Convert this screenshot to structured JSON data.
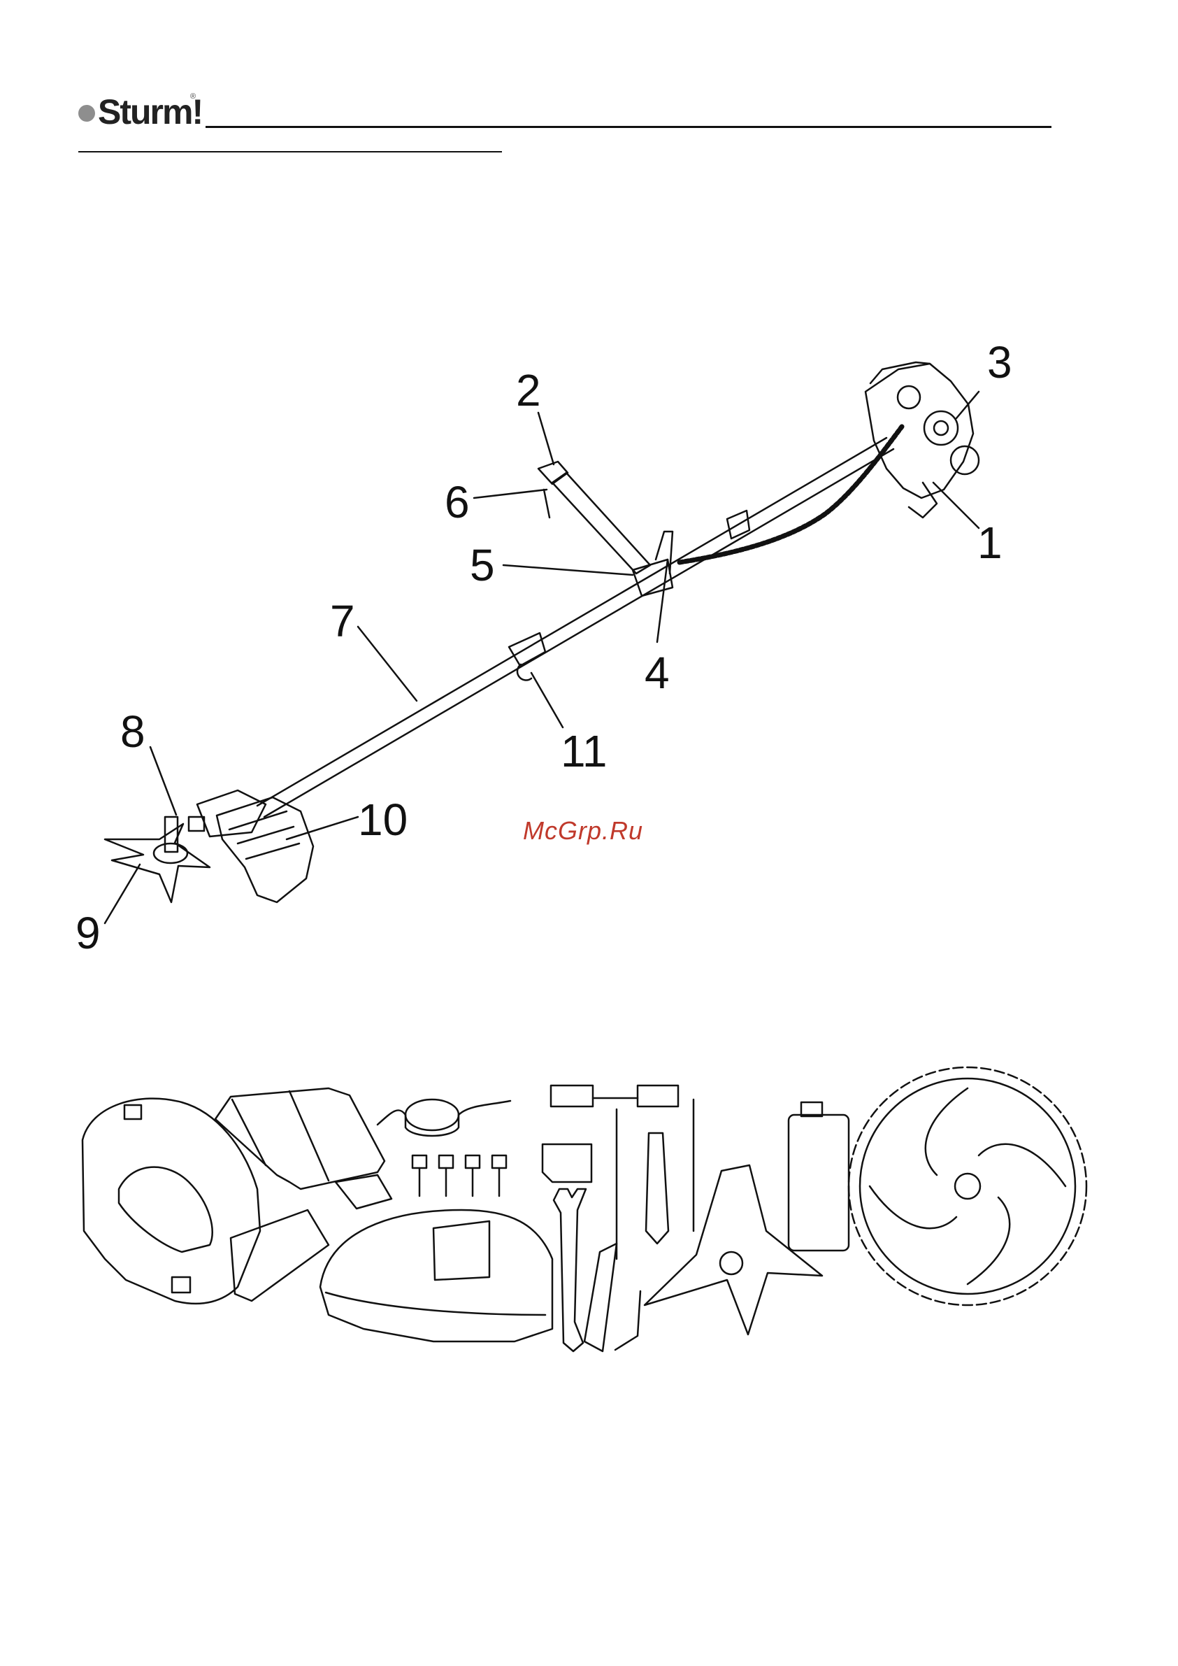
{
  "header": {
    "brand": "Sturm!",
    "registered": "®"
  },
  "watermark": "McGrp.Ru",
  "diagram": {
    "callouts": [
      "1",
      "2",
      "3",
      "4",
      "5",
      "6",
      "7",
      "8",
      "9",
      "10",
      "11"
    ]
  }
}
